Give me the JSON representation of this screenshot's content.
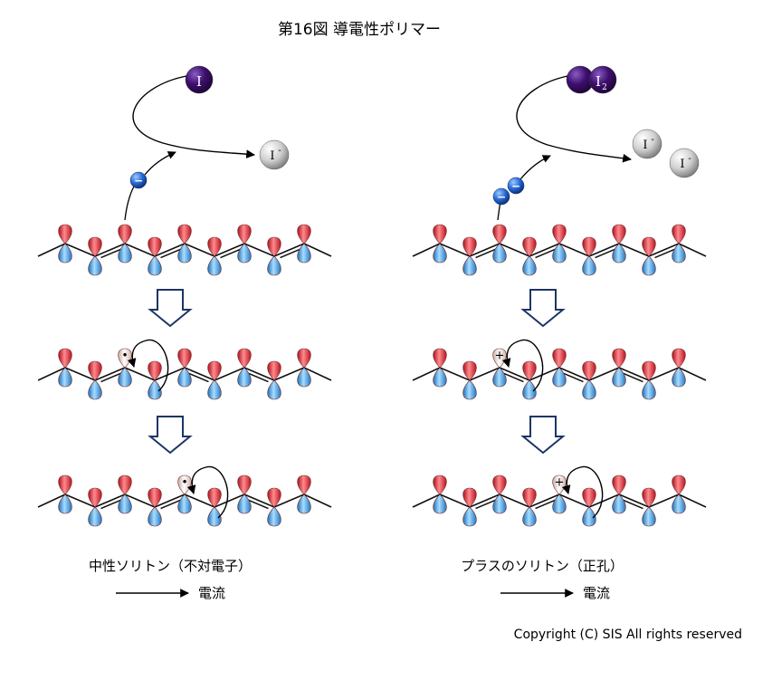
{
  "title": "第16図 導電性ポリマー",
  "atoms": {
    "iodine_atom": "I",
    "iodine_molecule": "I",
    "iodine_molecule_sub": "2",
    "iodide": "I",
    "iodide_charge": "-"
  },
  "symbols": {
    "electron": "−",
    "radical": "•",
    "hole": "+"
  },
  "left_panel": {
    "caption": "中性ソリトン（不対電子）",
    "current_label": "電流"
  },
  "right_panel": {
    "caption": "プラスのソリトン（正孔）",
    "current_label": "電流"
  },
  "copyright": "Copyright (C) SIS All rights reserved",
  "colors": {
    "orbital_red": "#e8323c",
    "orbital_blue": "#3aa6e8",
    "iodine_purple": "#3a0a66",
    "iodide_gray": "#bdbdbd",
    "electron_blue": "#1f5fc8",
    "soliton_pale": "#f3e0dc"
  }
}
